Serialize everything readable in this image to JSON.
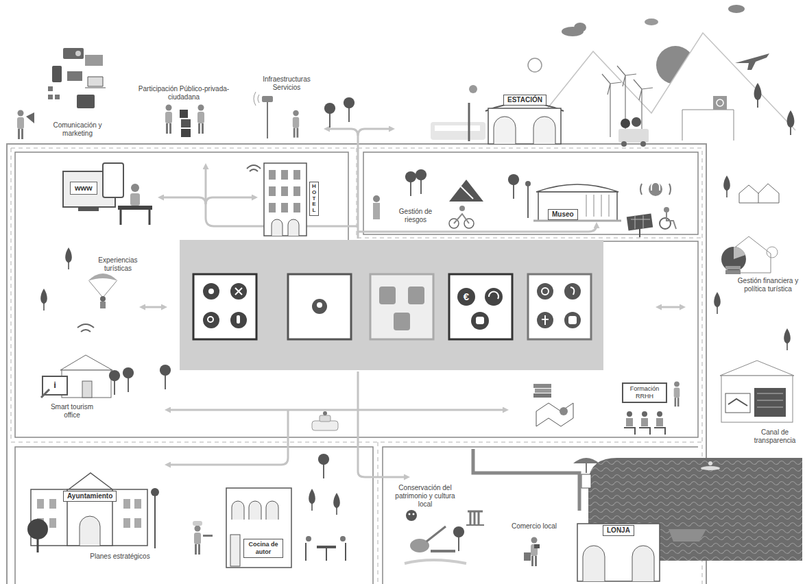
{
  "diagram": {
    "nodes": [
      {
        "text": [
          "ESTACIÓN"
        ]
      },
      {
        "text": [
          "www"
        ]
      },
      {
        "text": [
          "HOTEL"
        ]
      },
      {
        "text": [
          "Museo"
        ]
      },
      {
        "text": [
          "Formación RRHH"
        ]
      },
      {
        "text": [
          "Ayuntamiento"
        ]
      },
      {
        "text": [
          "Cocina de autor"
        ]
      },
      {
        "text": [
          "LONJA"
        ]
      }
    ],
    "labels": [
      "Comunicación y marketing",
      "Participación Público-privada-ciudadana",
      "Infraestructuras Servicios",
      "Gestión de riesgos",
      "Experiencias turísticas",
      "i",
      "€",
      "Smart tourism office",
      "Gestión financiera y política turística",
      "Canal de transparencia",
      "Planes estratégicos",
      "Conservación del patrimonio y cultura local",
      "Comercio local"
    ]
  }
}
